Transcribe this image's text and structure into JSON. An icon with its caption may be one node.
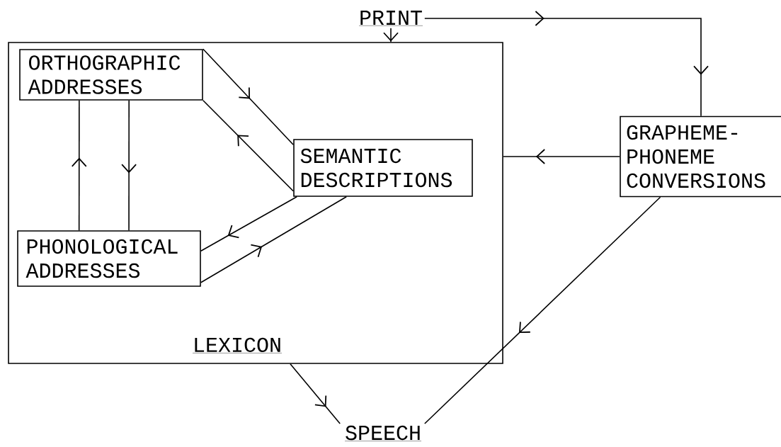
{
  "diagram": {
    "nodes": [
      {
        "text": [
          "PRINT"
        ]
      },
      {
        "text": [
          "LEXICON"
        ]
      },
      {
        "text": [
          "ORTHOGRAPHIC ADDRESSES"
        ],
        "in": 1
      },
      {
        "text": [
          "SEMANTIC DESCRIPTIONS"
        ],
        "in": 1
      },
      {
        "text": [
          "PHONOLOGICAL ADDRESSES"
        ],
        "in": 1
      },
      {
        "text": [
          "GRAPHEME-PHONEME CONVERSIONS"
        ]
      },
      {
        "text": [
          "SPEECH"
        ]
      }
    ],
    "edges": [
      {
        "from": 0,
        "to": 1,
        "arrow": "to"
      },
      {
        "from": 0,
        "to": 5,
        "arrow": "to"
      },
      {
        "from": 2,
        "to": 3,
        "arrow": "to"
      },
      {
        "from": 3,
        "to": 2,
        "arrow": "to"
      },
      {
        "from": 2,
        "to": 4,
        "arrow": "to"
      },
      {
        "from": 4,
        "to": 2,
        "arrow": "to"
      },
      {
        "from": 3,
        "to": 4,
        "arrow": "to"
      },
      {
        "from": 4,
        "to": 3,
        "arrow": "to"
      },
      {
        "from": 5,
        "to": 1,
        "arrow": "to"
      },
      {
        "from": 1,
        "to": 6,
        "arrow": "to"
      },
      {
        "from": 5,
        "to": 6,
        "arrow": "to"
      }
    ]
  }
}
